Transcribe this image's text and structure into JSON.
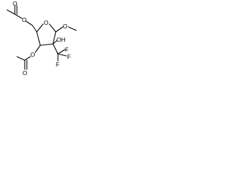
{
  "molecule": {
    "atoms": {
      "ring_oxygen": "O",
      "acetate_ester_oxygen": "O",
      "acetate_carbonyl_oxygen": "O",
      "methoxy_oxygen": "O",
      "hydroxyl": "OH",
      "acetate2_ester_oxygen": "O",
      "acetate2_carbonyl_oxygen": "O",
      "fluorine_1": "F",
      "fluorine_2": "F",
      "fluorine_3": "F"
    },
    "colors": {
      "bond": "#000000",
      "text": "#000000",
      "background": "#ffffff"
    }
  }
}
